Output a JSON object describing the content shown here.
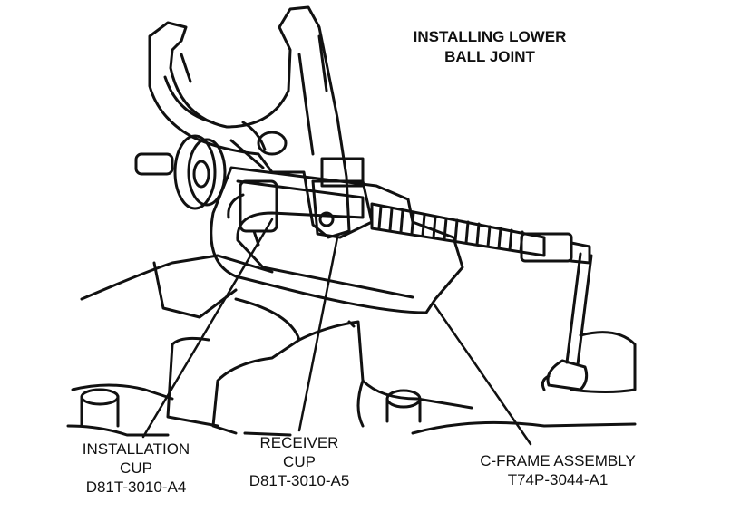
{
  "title": {
    "line1": "INSTALLING LOWER",
    "line2": "BALL JOINT"
  },
  "callouts": {
    "installation_cup": {
      "line1": "INSTALLATION",
      "line2": "CUP",
      "part_number": "D81T-3010-A4"
    },
    "receiver_cup": {
      "line1": "RECEIVER",
      "line2": "CUP",
      "part_number": "D81T-3010-A5"
    },
    "c_frame": {
      "line1": "C-FRAME ASSEMBLY",
      "part_number": "T74P-3044-A1"
    }
  },
  "colors": {
    "ink": "#111111",
    "paper": "#ffffff"
  }
}
